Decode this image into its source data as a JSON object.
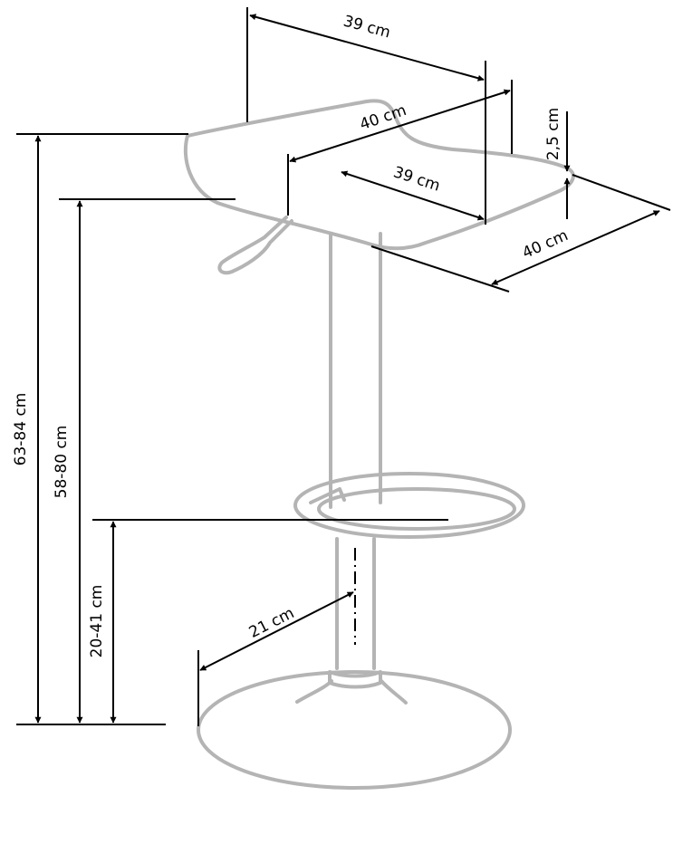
{
  "dimensions": {
    "seat_back_depth": "39 cm",
    "seat_back_width": "40 cm",
    "seat_depth": "39 cm",
    "seat_thickness": "2,5 cm",
    "seat_width": "40 cm",
    "seat_top_height": "63-84 cm",
    "seat_height": "58-80 cm",
    "footrest_height": "20-41 cm",
    "base_radius": "21 cm"
  },
  "colors": {
    "outline": "#b4b4b4",
    "dimension_lines": "#000000"
  }
}
